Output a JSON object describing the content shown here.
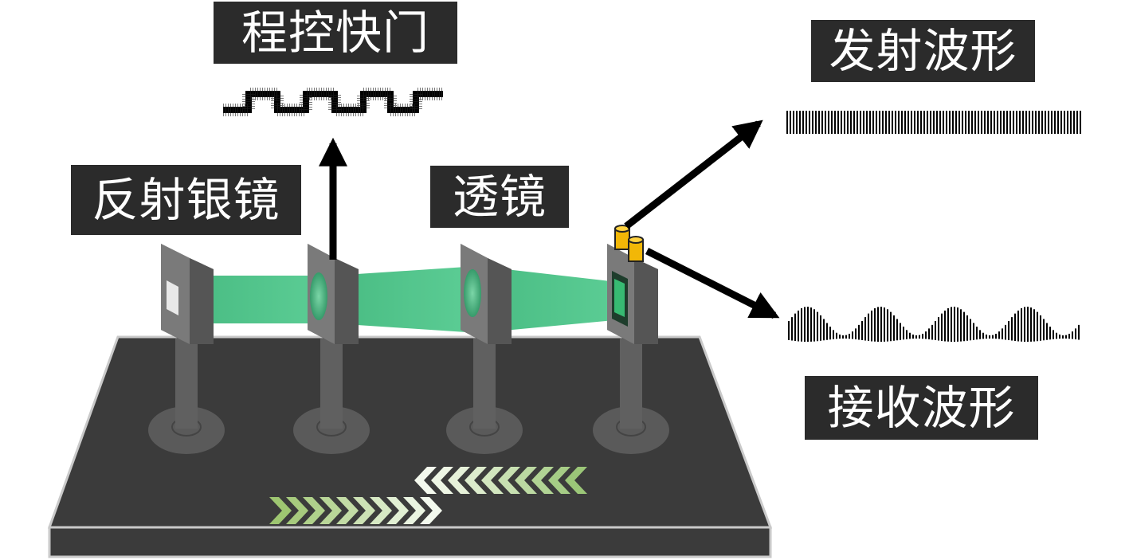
{
  "labels": {
    "programmable_shutter": "程控快门",
    "reflective_silver_mirror": "反射银镜",
    "lens": "透镜",
    "transmit_waveform": "发射波形",
    "receive_waveform": "接收波形"
  },
  "colors": {
    "table_top": "#3b3b3b",
    "table_edge": "#c9c9c9",
    "laser_beam": "#4cc488",
    "mount_post": "#5a5a5a",
    "transducer": "#f2b707",
    "label_bg": "#2b2b2b",
    "chevron_forward": "#a9cf7d",
    "chevron_backward": "#e9f3df"
  },
  "icons": [
    "mirror-mount-icon",
    "shutter-mount-icon",
    "lens-mount-icon",
    "sensor-mount-icon",
    "ultrasonic-transducer-icon",
    "arrow-icon",
    "chevron-icon"
  ]
}
